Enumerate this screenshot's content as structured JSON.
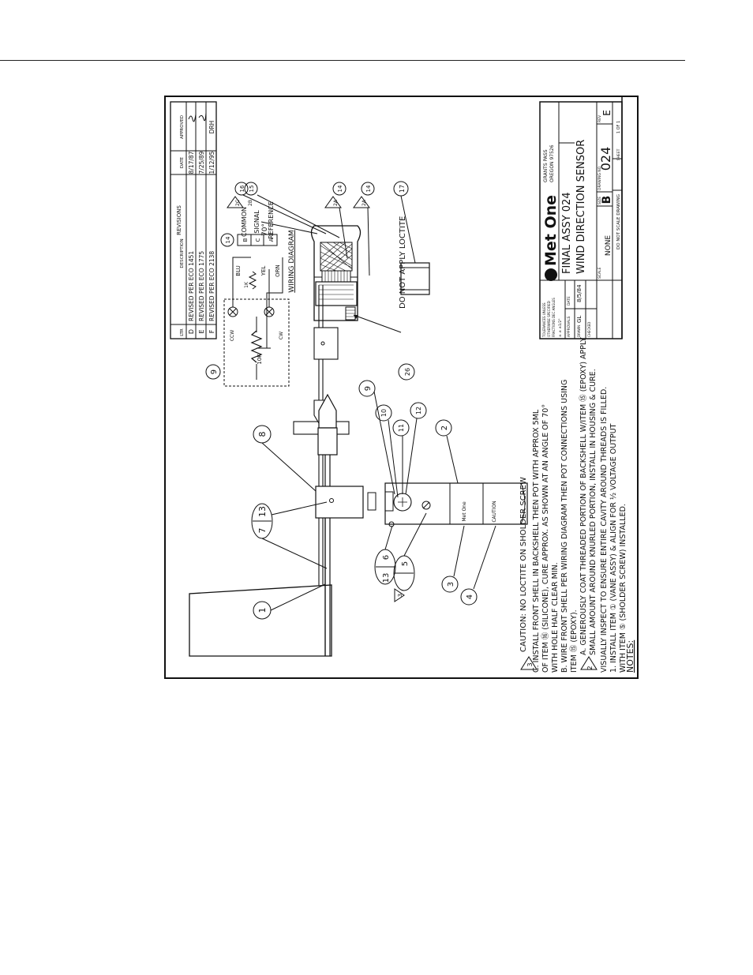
{
  "drawing": {
    "title_block": {
      "company": "Met One",
      "address_line1": "GRANTS PASS",
      "address_line2": "OREGON 97526",
      "title_line1": "FINAL ASSY 024",
      "title_line2": "WIND DIRECTION SENSOR",
      "size_label": "SIZE",
      "size": "B",
      "drawing_no_label": "DRAWING NO",
      "drawing_no": "024",
      "rev_label": "REV",
      "rev": "E",
      "scale_label": "SCALE",
      "scale": "NONE",
      "sheet_label": "SHEET",
      "sheet": "1 OF 1",
      "do_not_scale": "DO NOT SCALE DRAWING",
      "tolerances": [
        "TOLERANCES UNLESS",
        "OTHERWISE SPECIFIED",
        "FRACTIONS   DEC   ANGLES",
        "±         ±         ±1/2°"
      ],
      "approvals_label": "APPROVALS",
      "date_label": "DATE",
      "drawn_label": "DRAWN",
      "drawn_by": "GL",
      "drawn_date": "8/5/84",
      "checked_label": "CHECKED"
    },
    "revisions": {
      "header": "REVISIONS",
      "columns": [
        "LTR",
        "DESCRIPTION",
        "DATE",
        "APPROVED"
      ],
      "rows": [
        {
          "ltr": "D",
          "desc": "REVISED PER ECO 1451",
          "date": "8/17/87",
          "approved": ""
        },
        {
          "ltr": "E",
          "desc": "REVISED PER ECO 1775",
          "date": "7/25/89",
          "approved": ""
        },
        {
          "ltr": "F",
          "desc": "REVISED PER ECO 2138",
          "date": "1/12/95",
          "approved": "DRH"
        }
      ]
    },
    "wiring": {
      "title": "WIRING DIAGRAM",
      "item": "9",
      "connector_item": "14",
      "resistance": "10K",
      "resistor2": "1K",
      "pins": [
        {
          "pin": "B",
          "wire": "BLU",
          "function": "COMMON"
        },
        {
          "pin": "C",
          "wire": "YEL",
          "function": "SIGNAL"
        },
        {
          "pin": "A",
          "wire": "ORN",
          "function": "REFERENCE"
        }
      ],
      "pot_labels": [
        "CCW",
        "CW",
        "②",
        "③",
        "①"
      ]
    },
    "detail": {
      "angle": "70°",
      "callouts": [
        "16",
        "2C",
        "15",
        "2B",
        "14",
        "2A",
        "14",
        "2A",
        "17"
      ],
      "note": "DO NOT APPLY LOCTITE",
      "note_item": "26"
    },
    "assembly": {
      "callouts": [
        "8",
        "7",
        "13",
        "1",
        "9",
        "10",
        "11",
        "12",
        "2",
        "6",
        "13",
        "5",
        "3",
        "3",
        "4"
      ],
      "housing_label_1": "Met One",
      "housing_label_2": "CAUTION"
    },
    "notes": {
      "heading": "NOTES:",
      "lines": [
        "1. INSTALL ITEM ① (VANE ASSY) & ALIGN FOR ½ VOLTAGE OUTPUT",
        "    WITH ITEM ⑤ (SHOLDER SCREW) INSTALLED.",
        "    VISUALLY INSPECT TO ENSURE ENTIRE CAVITY AROUND THREADS IS FILLED.",
        "A. GENEROUSLY COAT THREADED PORTION OF BACKSHELL W/ITEM ⑮ (EPOXY) APPLY",
        "    SMALL AMOUNT AROUND KNURLED PORTION, INSTALL IN HOUSING & CURE.",
        "    ITEM ⑮ (EPOXY).",
        "B. WIRE FRONT SHELL PER WIRING DIAGRAM THEN POT CONNECTIONS USING",
        "    WITH HOLE HALF CLEAR MIN.",
        "    OF ITEM ⑯ (SILICONE), CURE APPROX. AS SHOWN AT AN ANGLE OF 70°",
        "C. INSTALL FRONT SHELL IN BACKSHELL THEN POT WITH APPROX 5ML",
        "CAUTION: NO LOCTITE ON SHOLDER SCREW"
      ],
      "flag_2": "2",
      "flag_3": "3"
    }
  }
}
